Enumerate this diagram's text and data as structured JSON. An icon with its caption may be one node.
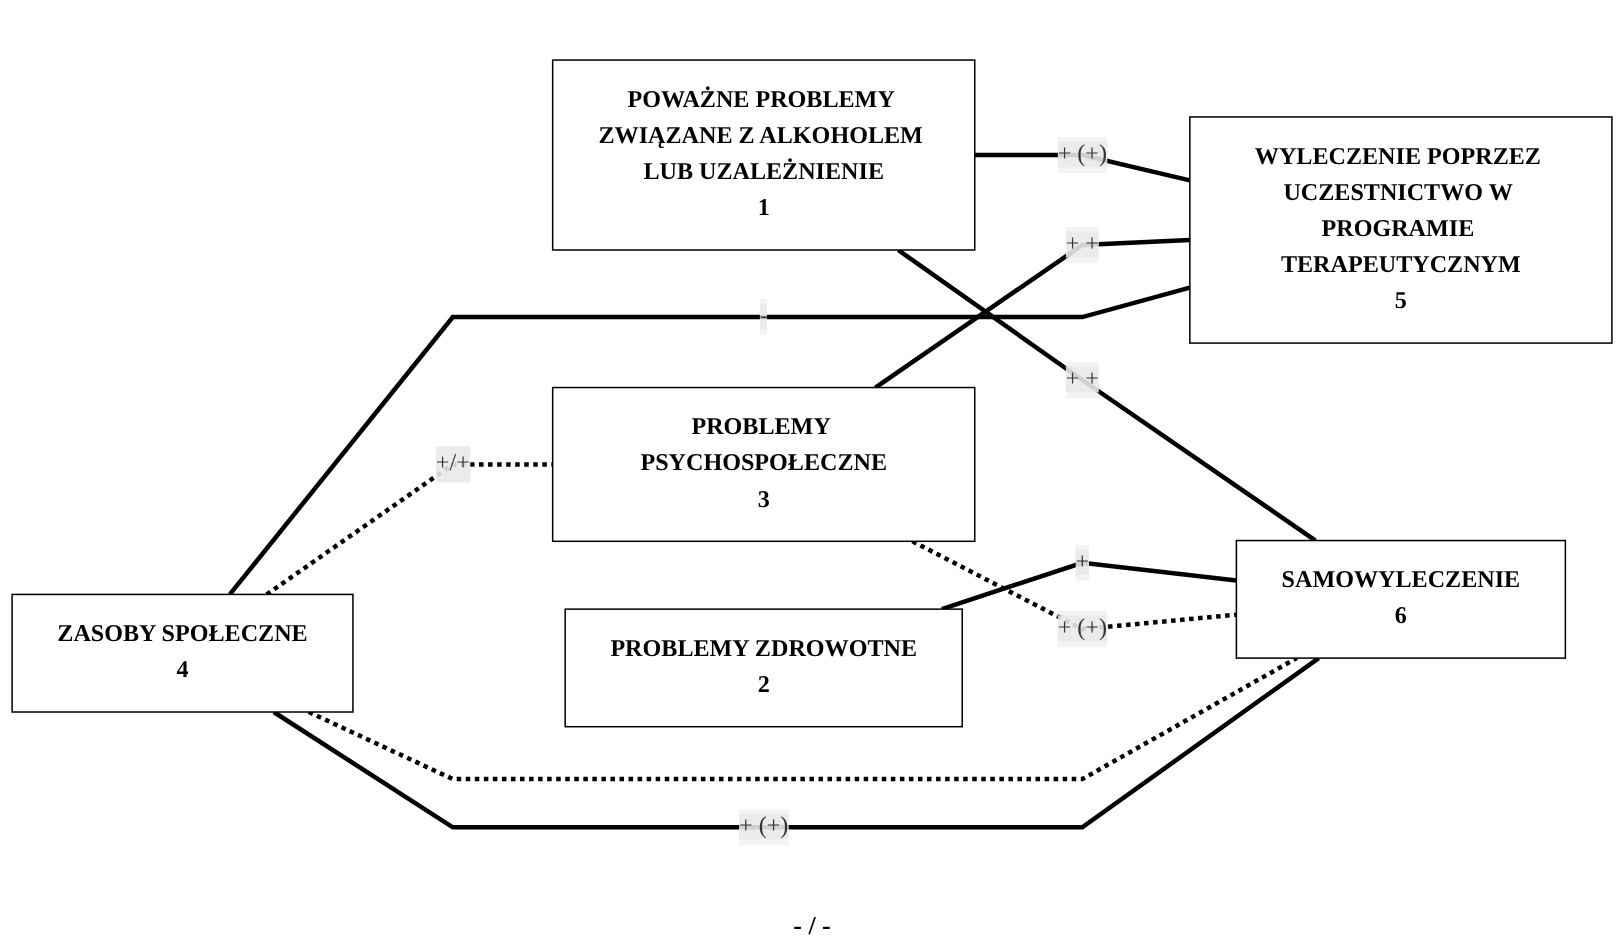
{
  "diagram": {
    "nodes": [
      {
        "text": [
          "POWAŻNE PROBLEMY ZWIĄZANE Z ALKOHOLEM LUB UZALEŻNIENIE",
          "1"
        ]
      },
      {
        "text": [
          "PROBLEMY ZDROWOTNE",
          "2"
        ]
      },
      {
        "text": [
          "PROBLEMY PSYCHOSPOŁECZNE",
          "3"
        ]
      },
      {
        "text": [
          "ZASOBY SPOŁECZNE",
          "4"
        ]
      },
      {
        "text": [
          "WYLECZENIE POPRZEZ UCZESTNICTWO W PROGRAMIE TERAPEUTYCZNYM",
          "5"
        ]
      },
      {
        "text": [
          "SAMOWYLECZENIE",
          "6"
        ]
      }
    ],
    "edges": [
      {
        "from": 0,
        "to": 4,
        "arrow": "none",
        "label": "+ (+)"
      },
      {
        "from": 0,
        "to": 5,
        "arrow": "none",
        "label": "+ +"
      },
      {
        "from": 1,
        "to": 5,
        "arrow": "none",
        "label": "+"
      },
      {
        "from": 2,
        "to": 4,
        "arrow": "none",
        "label": "+ +"
      },
      {
        "from": 3,
        "to": 4,
        "arrow": "none",
        "label": "-"
      },
      {
        "from": 2,
        "to": 5,
        "arrow": "none",
        "style": "dashed",
        "label": "+ (+)"
      },
      {
        "from": 3,
        "to": 5,
        "arrow": "none",
        "style": "dashed"
      },
      {
        "from": 3,
        "to": 5,
        "arrow": "none",
        "label": "+ (+)"
      },
      {
        "from": 2,
        "to": 3,
        "arrow": "none",
        "style": "dashed",
        "label": "+/+"
      }
    ],
    "labels": [
      "- / -"
    ]
  }
}
